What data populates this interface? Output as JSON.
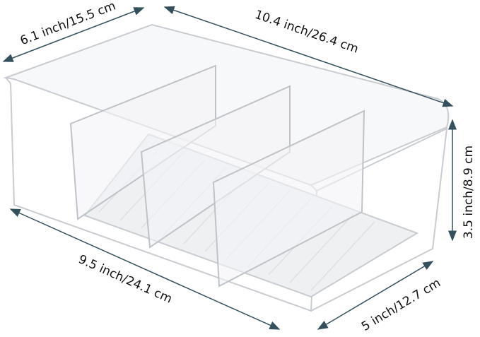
{
  "dimensions": {
    "depth_top": "6.1 inch/15.5 cm",
    "length_top": "10.4 inch/26.4 cm",
    "height": "3.5 inch/8.9 cm",
    "length_bottom": "9.5 inch/24.1 cm",
    "depth_bottom": "5 inch/12.7 cm"
  },
  "colors": {
    "arrow": "#34505c",
    "outline": "#c9ccd0"
  }
}
